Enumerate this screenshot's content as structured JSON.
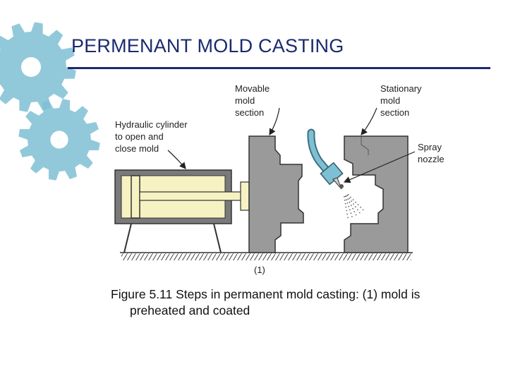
{
  "slide": {
    "title": "PERMENANT MOLD CASTING",
    "accent_color": "#1a2a6e",
    "gear_color": "#7fbfd3"
  },
  "diagram": {
    "label_movable": [
      "Movable",
      "mold",
      "section"
    ],
    "label_stationary": [
      "Stationary",
      "mold",
      "section"
    ],
    "label_hydraulic": [
      "Hydraulic cylinder",
      "to open and",
      "close mold"
    ],
    "label_spray": [
      "Spray",
      "nozzle"
    ],
    "step_label": "(1)",
    "mold_color": "#9a9a9a",
    "cylinder_color": "#f7f2c2"
  },
  "caption": {
    "line1": "Figure 5.11  Steps in permanent mold casting: (1) mold is",
    "line2": "preheated and coated"
  }
}
